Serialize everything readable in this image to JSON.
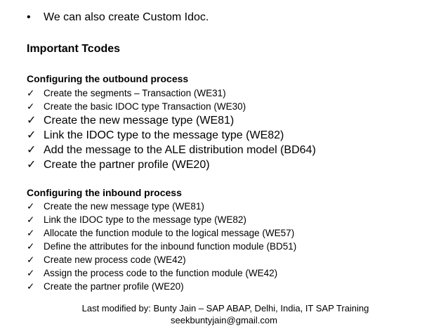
{
  "intro": {
    "bullet": "•",
    "text": "We can also create Custom Idoc."
  },
  "heading": "Important Tcodes",
  "outbound": {
    "title": "Configuring the outbound process",
    "check": "✓",
    "items_small": [
      "Create the segments – Transaction (WE31)",
      "Create the basic IDOC type Transaction (WE30)"
    ],
    "items_large": [
      "Create the new message type  (WE81)",
      "Link the IDOC type to the message type (WE82)",
      "Add the message to the ALE distribution model (BD64)",
      "Create the partner profile (WE20)"
    ]
  },
  "inbound": {
    "title": "Configuring the inbound process",
    "check": "✓",
    "items": [
      "Create the new message type  (WE81)",
      "Link the IDOC type to the message type (WE82)",
      "Allocate the function module to the logical message (WE57)",
      "Define the attributes for the inbound function module (BD51)",
      "Create new process code (WE42)",
      "Assign the process code to the function module (WE42)",
      "Create the partner profile (WE20)"
    ]
  },
  "footer": {
    "line1": "Last modified by: Bunty Jain – SAP ABAP, Delhi, India, IT SAP  Training",
    "line2": "seekbuntyjain@gmail.com"
  }
}
